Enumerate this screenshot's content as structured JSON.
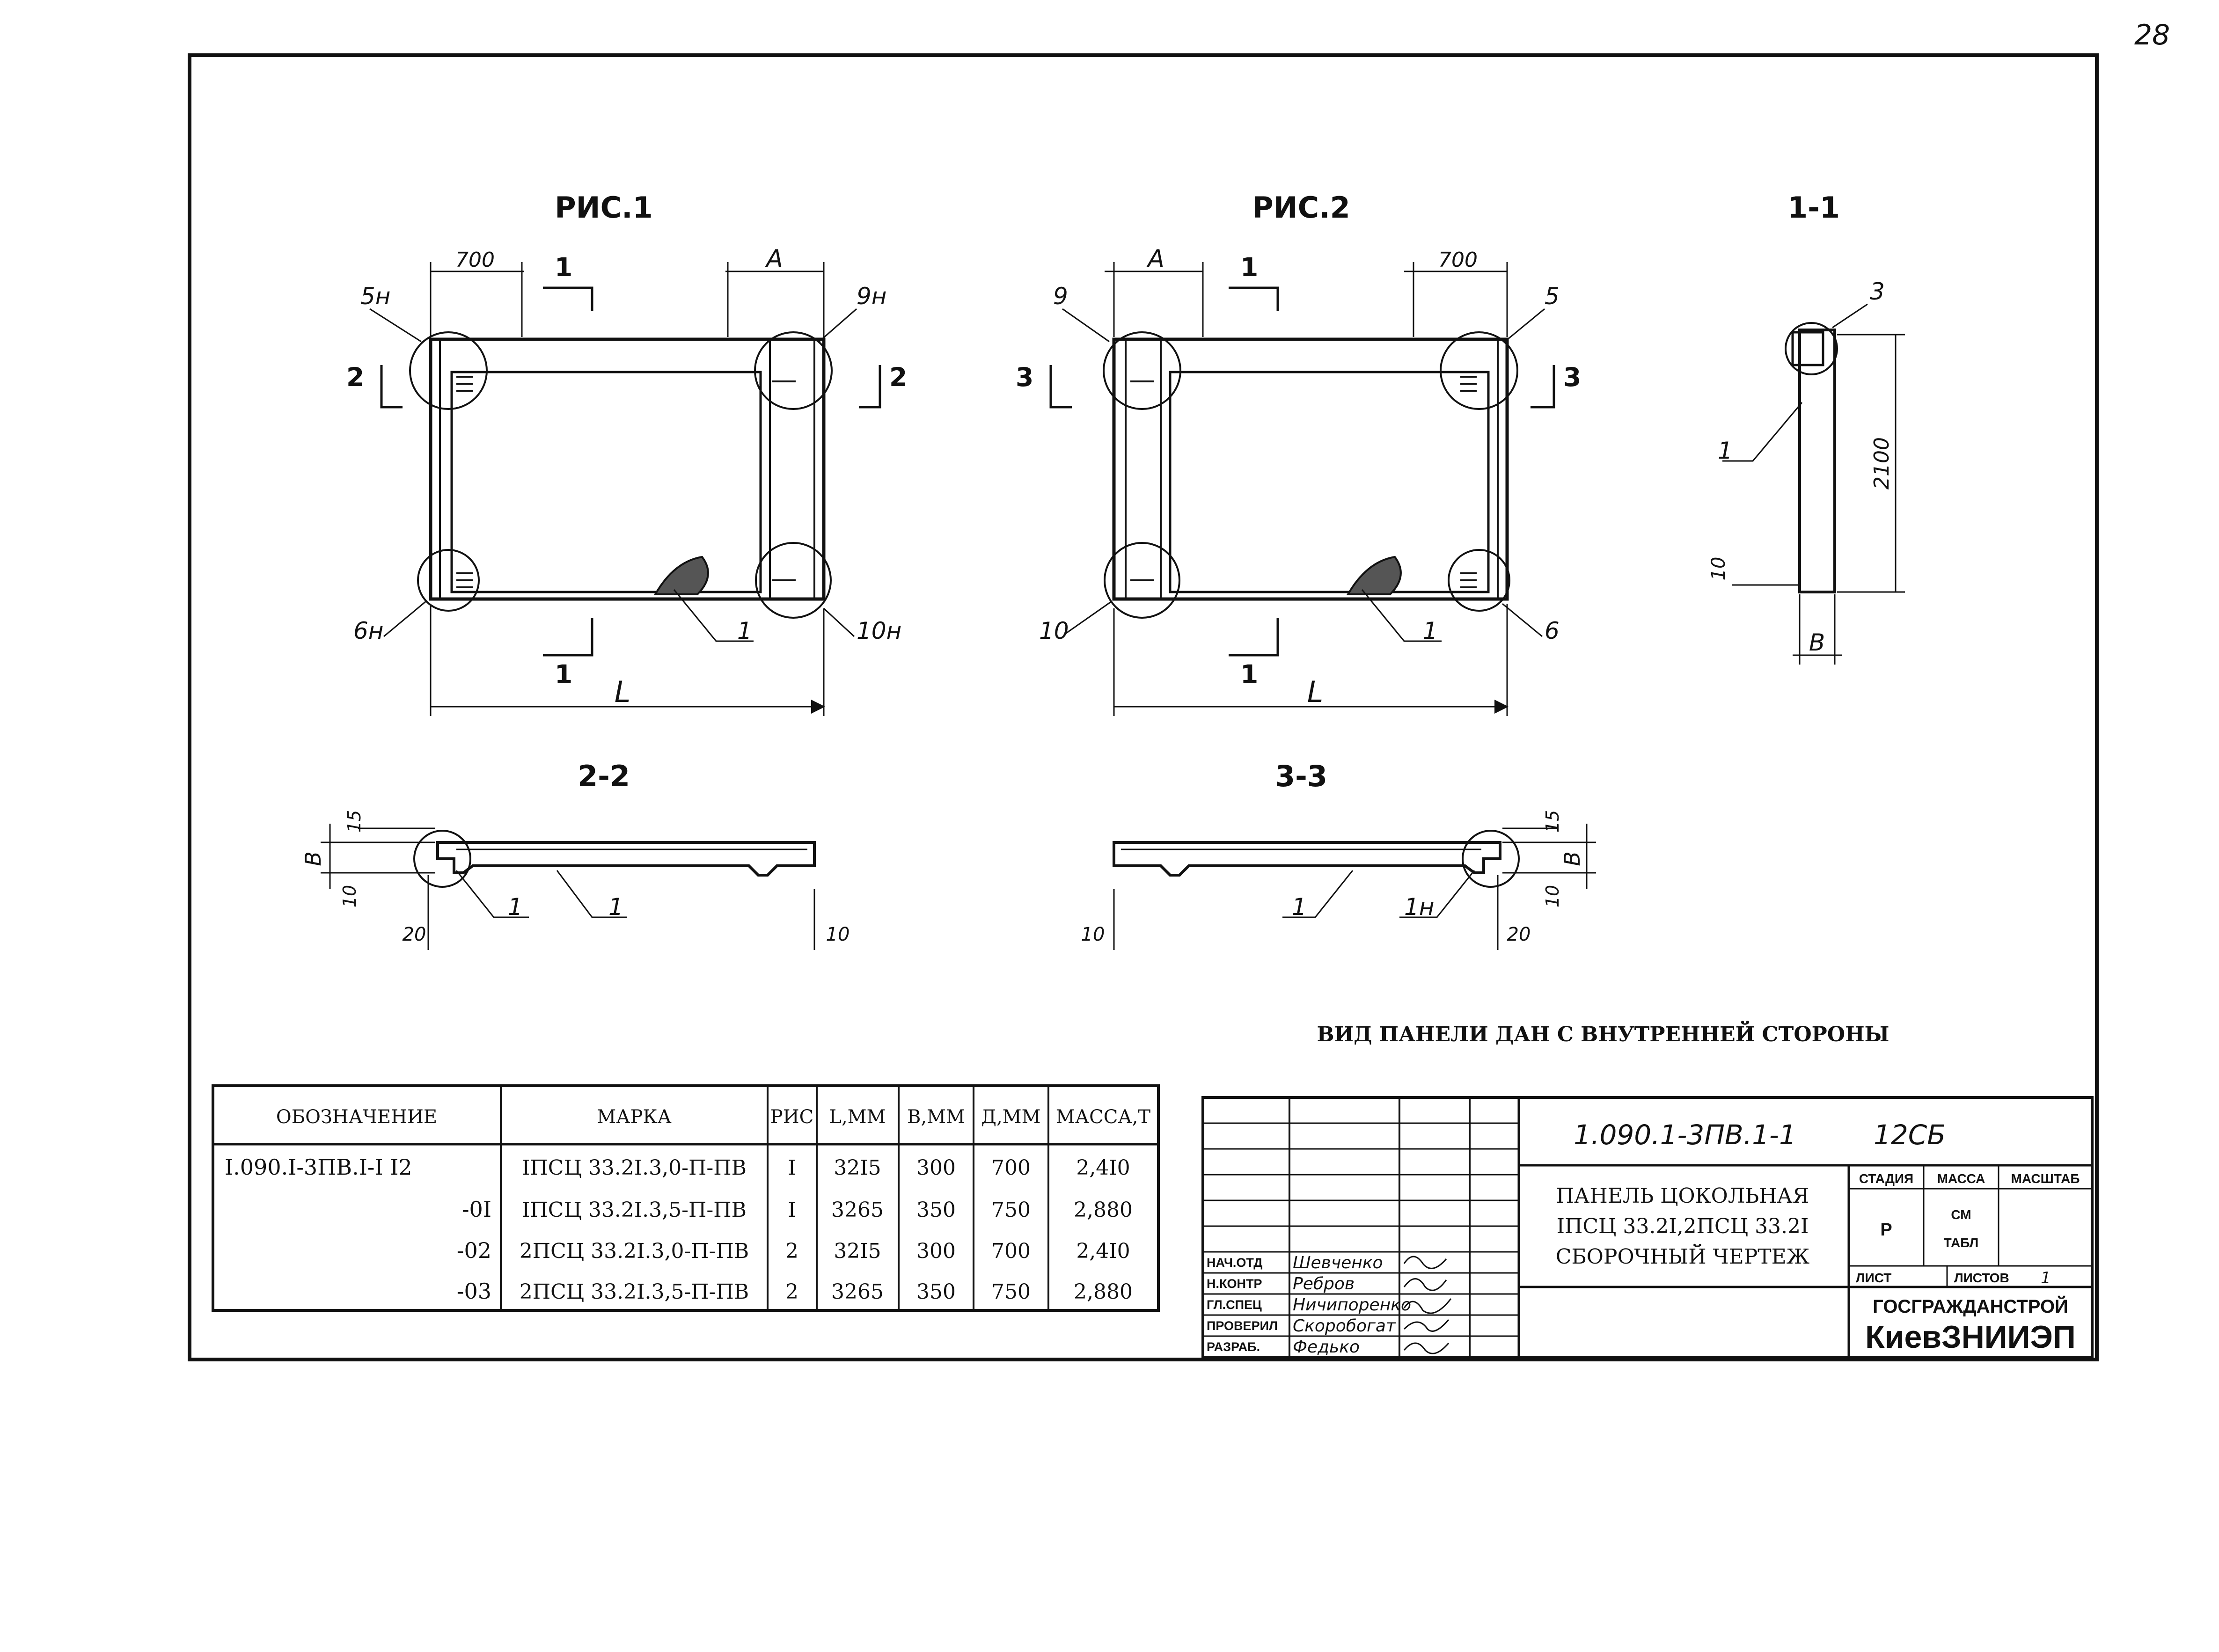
{
  "page_number": "28",
  "figures": {
    "fig1": {
      "title": "РИС.1",
      "dim_top_left": "700",
      "dim_top_right": "А",
      "callouts": {
        "top_left": "5н",
        "top_right": "9н",
        "bottom_left": "6н",
        "bottom_right": "10н",
        "bottom_mid": "1"
      },
      "section_left": "2",
      "section_right": "2",
      "section_top": "1",
      "section_bottom": "1",
      "dim_length": "L"
    },
    "fig2": {
      "title": "РИС.2",
      "dim_top_left": "А",
      "dim_top_right": "700",
      "callouts": {
        "top_left": "9",
        "top_right": "5",
        "bottom_left": "10",
        "bottom_right": "6",
        "bottom_mid": "1"
      },
      "section_left": "3",
      "section_right": "3",
      "section_top": "1",
      "section_bottom": "1",
      "dim_length": "L"
    },
    "sec11": {
      "title": "1-1",
      "callout_top": "3",
      "callout_side": "1",
      "dim_height": "2100",
      "dim_bottom": "10",
      "dim_width": "В"
    },
    "sec22": {
      "title": "2-2",
      "dim_top": "15",
      "dim_thick": "В",
      "dim_bottom": "10",
      "dim_left": "20",
      "dim_right": "10",
      "callouts": [
        "1",
        "1"
      ]
    },
    "sec33": {
      "title": "3-3",
      "dim_top": "15",
      "dim_thick": "В",
      "dim_bottom": "10",
      "dim_left": "10",
      "dim_right": "20",
      "callouts": [
        "1",
        "1н"
      ]
    }
  },
  "view_note": "ВИД ПАНЕЛИ ДАН С ВНУТРЕННЕЙ СТОРОНЫ",
  "spec_table": {
    "headers": [
      "ОБОЗНАЧЕНИЕ",
      "МАРКА",
      "РИС",
      "L,ММ",
      "В,ММ",
      "Д,ММ",
      "МАССА,Т"
    ],
    "rows": [
      [
        "I.090.I-3ПВ.I-I I2",
        "IПСЦ 33.2I.3,0-П-ПВ",
        "I",
        "32I5",
        "300",
        "700",
        "2,4I0"
      ],
      [
        "-0I",
        "IПСЦ 33.2I.3,5-П-ПВ",
        "I",
        "3265",
        "350",
        "750",
        "2,880"
      ],
      [
        "-02",
        "2ПСЦ 33.2I.3,0-П-ПВ",
        "2",
        "32I5",
        "300",
        "700",
        "2,4I0"
      ],
      [
        "-03",
        "2ПСЦ 33.2I.3,5-П-ПВ",
        "2",
        "3265",
        "350",
        "750",
        "2,880"
      ]
    ]
  },
  "title_block": {
    "code": "1.090.1-3ПВ.1-1",
    "sheet_code": "12СБ",
    "name_lines": [
      "ПАНЕЛЬ ЦОКОЛЬНАЯ",
      "IПСЦ 33.2I,2ПСЦ 33.2I",
      "СБОРОЧНЫЙ ЧЕРТЕЖ"
    ],
    "stage_header": "СТАДИЯ",
    "mass_header": "МАССА",
    "scale_header": "МАСШТАБ",
    "stage_value": "Р",
    "mass_value_1": "СМ",
    "mass_value_2": "ТАБЛ",
    "sheet_label": "ЛИСТ",
    "sheets_label": "ЛИСТОВ",
    "sheets_value": "1",
    "org_1": "ГОСГРАЖДАНСТРОЙ",
    "org_2": "КиевЗНИИЭП",
    "people": [
      {
        "role": "НАЧ.ОТД",
        "name": "Шевченко"
      },
      {
        "role": "Н.КОНТР",
        "name": "Ребров"
      },
      {
        "role": "ГЛ.СПЕЦ",
        "name": "Ничипоренко"
      },
      {
        "role": "ПРОВЕРИЛ",
        "name": "Скоробогат"
      },
      {
        "role": "РАЗРАБ.",
        "name": "Федько"
      }
    ]
  }
}
